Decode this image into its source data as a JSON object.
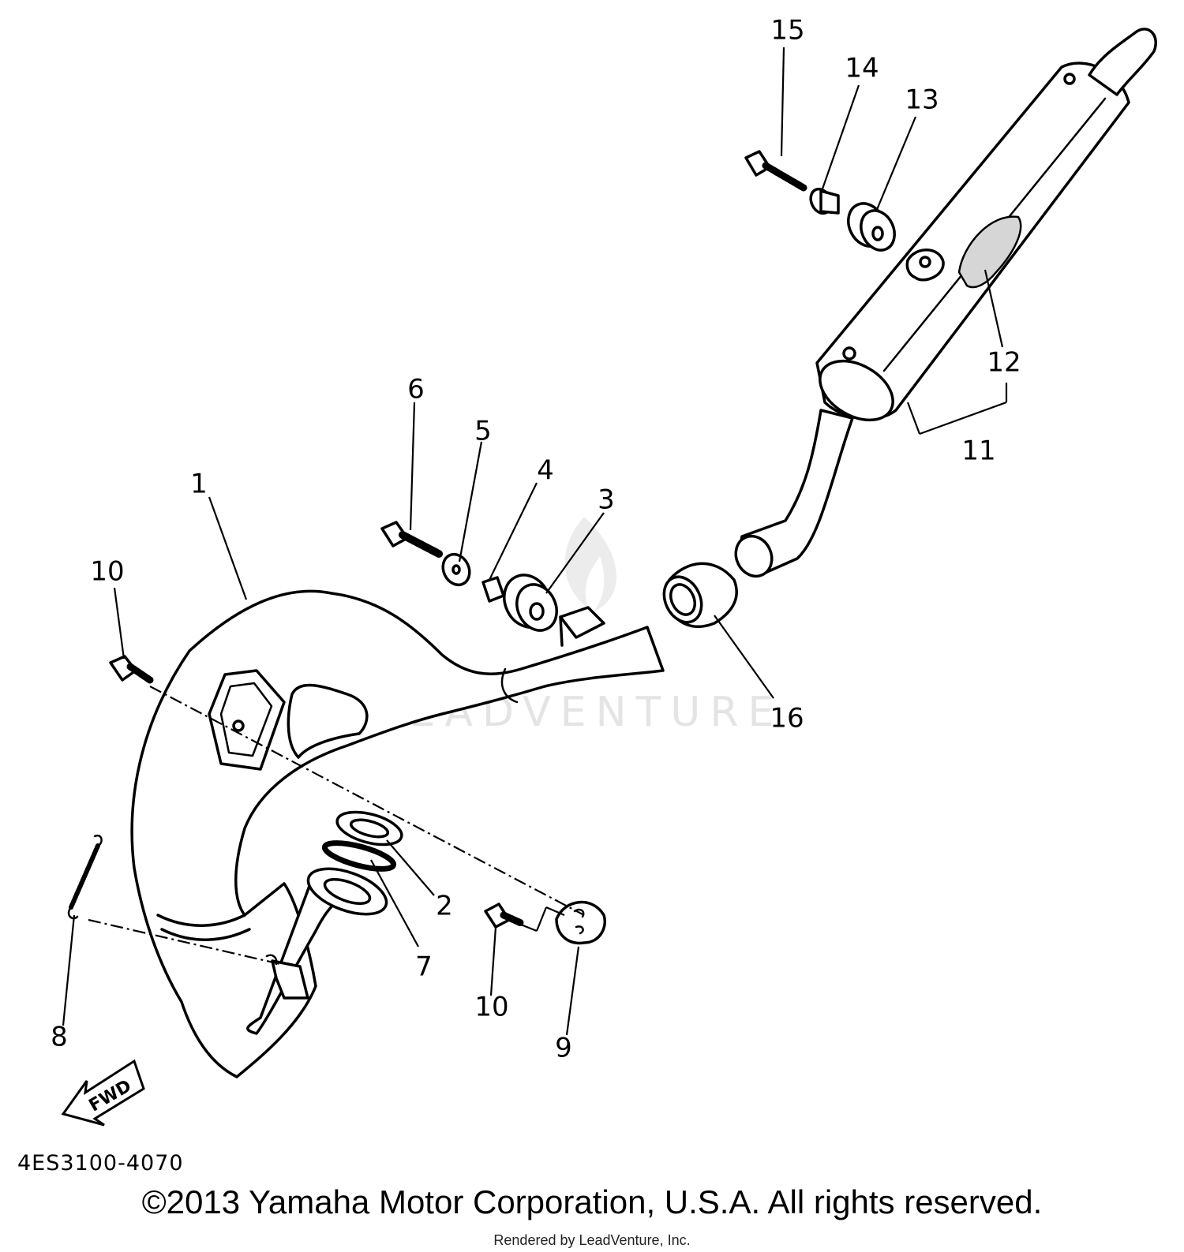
{
  "diagram": {
    "part_code": "4ES3100-4070",
    "fwd_label": "FWD",
    "watermark": "LEADVENTURE",
    "callouts": {
      "c1": "1",
      "c2": "2",
      "c3": "3",
      "c4": "4",
      "c5": "5",
      "c6": "6",
      "c7": "7",
      "c8": "8",
      "c9": "9",
      "c10a": "10",
      "c10b": "10",
      "c11": "11",
      "c12": "12",
      "c13": "13",
      "c14": "14",
      "c15": "15",
      "c16": "16"
    }
  },
  "footer": {
    "copyright": "©2013 Yamaha Motor Corporation, U.S.A. All rights reserved.",
    "rendered_by": "Rendered by LeadVenture, Inc."
  }
}
